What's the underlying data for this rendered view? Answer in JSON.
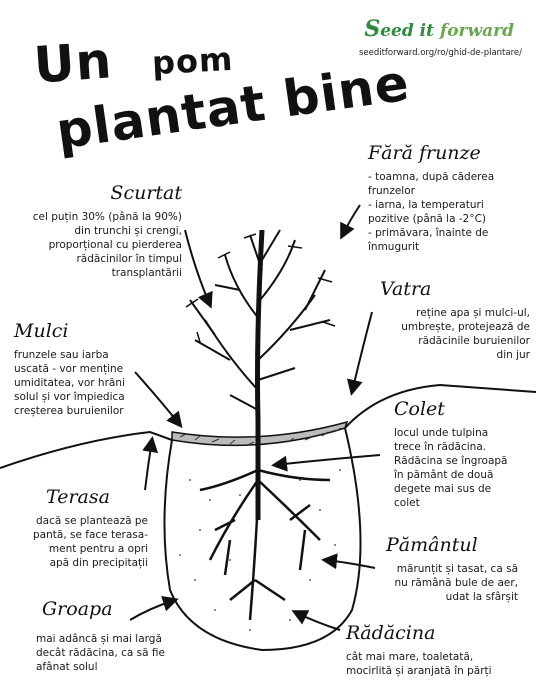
{
  "title": {
    "line1": "Un",
    "line1b": "pom",
    "line2": "plantat bine"
  },
  "logo": {
    "text_a": "S",
    "text_b": "eed it ",
    "text_c": "forward"
  },
  "url": "seeditforward.org/ro/ghid-de-plantare/",
  "labels": {
    "fara_frunze": {
      "heading": "Fără frunze",
      "lines": [
        "- toamna, după căderea",
        "frunzelor",
        "- iarna, la temperaturi",
        "pozitive (până la -2°C)",
        "- primăvara, înainte de",
        "înmugurit"
      ]
    },
    "scurtat": {
      "heading": "Scurtat",
      "lines": [
        "cel puțin 30% (până la 90%)",
        "din trunchi și crengi,",
        "proporțional cu pierderea",
        "rădăcinilor în timpul",
        "transplantării"
      ]
    },
    "vatra": {
      "heading": "Vatra",
      "lines": [
        "reține apa și mulci-ul,",
        "umbrește, protejează de",
        "rădăcinile buruienilor",
        "din jur"
      ]
    },
    "mulci": {
      "heading": "Mulci",
      "lines": [
        "frunzele sau iarba",
        "uscată - vor menține",
        "umiditatea, vor hrăni",
        "solul și vor împiedica",
        "creșterea buruienilor"
      ]
    },
    "colet": {
      "heading": "Colet",
      "lines": [
        "locul unde tulpina",
        "trece în rădăcina.",
        "Rădăcina se îngroapă",
        "în pământ de două",
        "degete mai sus de",
        "colet"
      ]
    },
    "terasa": {
      "heading": "Terasa",
      "lines": [
        "dacă se plantează pe",
        "pantă, se face terasa-",
        "ment pentru a opri",
        "apă din precipitații"
      ]
    },
    "pamantul": {
      "heading": "Pământul",
      "lines": [
        "mărunțit și tasat, ca să",
        "nu rămână bule de aer,",
        "udat la sfârșit"
      ]
    },
    "groapa": {
      "heading": "Groapa",
      "lines": [
        "mai adâncă și mai largă",
        "decât rădăcina, ca să fie",
        "afânat solul"
      ]
    },
    "radacina": {
      "heading": "Rădăcina",
      "lines": [
        "cât mai mare, toaletată,",
        "mocirlită și aranjată în părți"
      ]
    }
  }
}
